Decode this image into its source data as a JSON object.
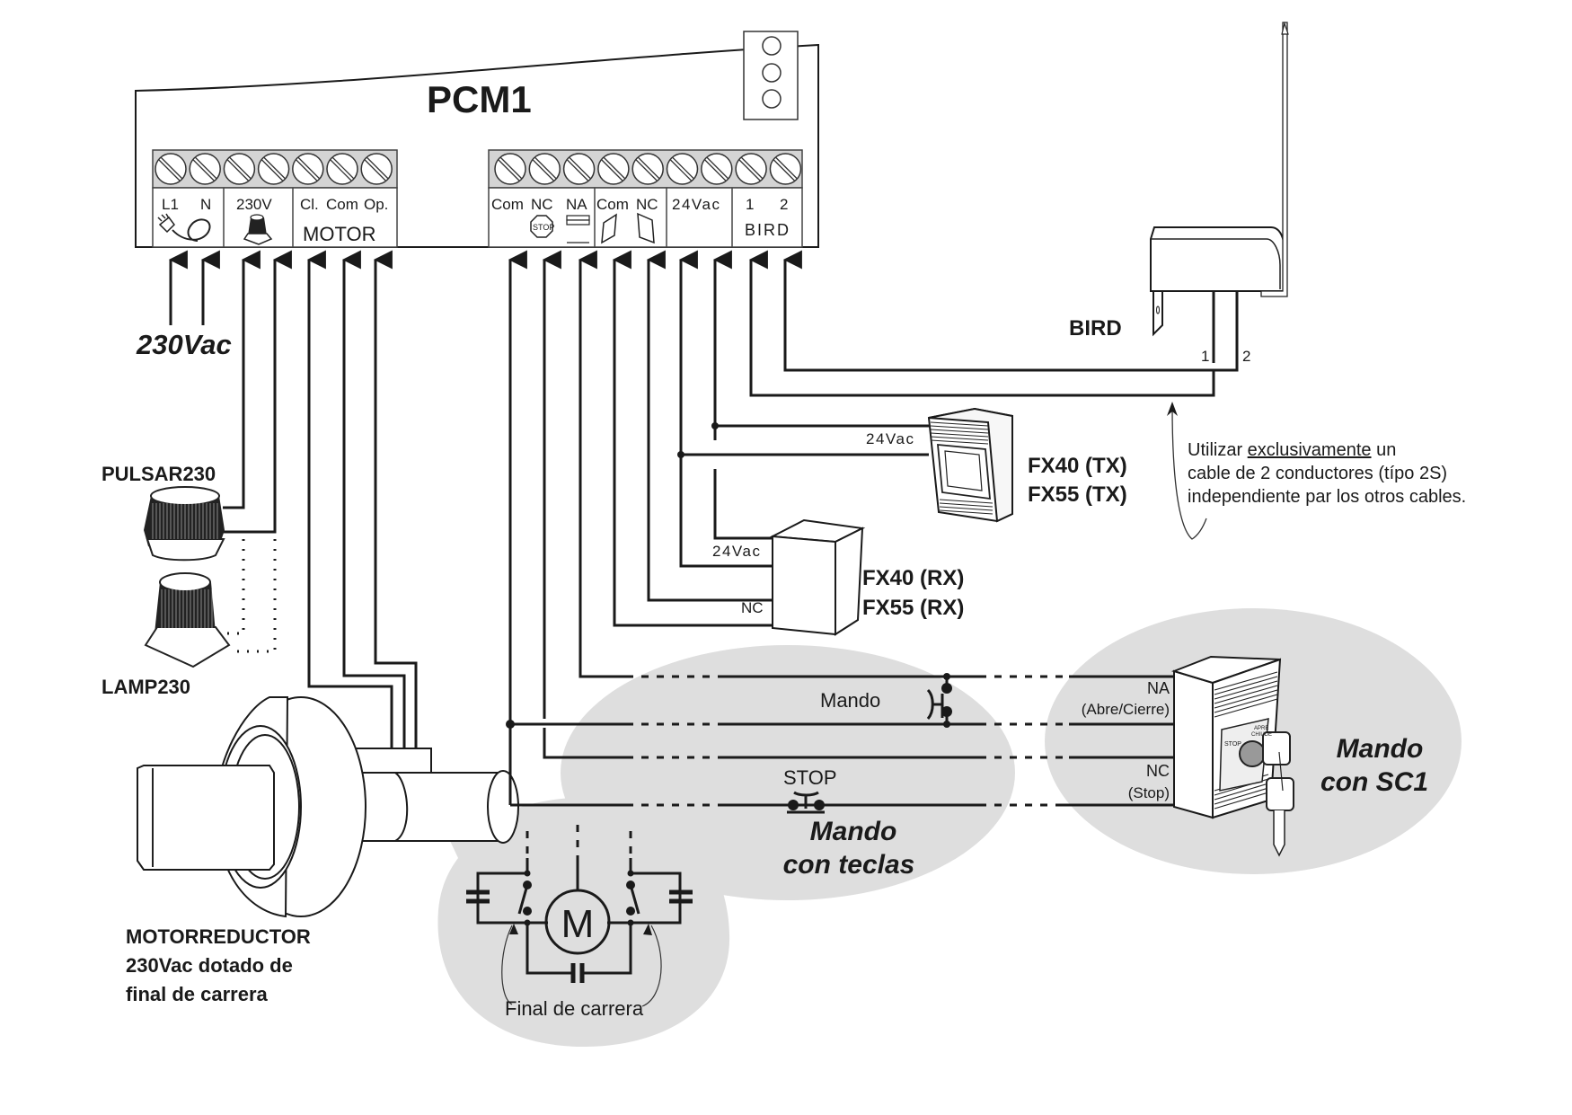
{
  "controller": {
    "title": "PCM1",
    "left_block": {
      "terminals": [
        "L1",
        "N",
        "230V",
        "Cl.",
        "Com",
        "Op."
      ],
      "section_label": "MOTOR"
    },
    "right_block": {
      "terminals": [
        "Com",
        "NC",
        "NA",
        "Com",
        "NC",
        "24Vac",
        "1",
        "2"
      ],
      "stop_icon_label": "STOP",
      "section_label": "BIRD"
    }
  },
  "power": {
    "label": "230Vac"
  },
  "pulsar": {
    "label": "PULSAR230"
  },
  "lamp": {
    "label": "LAMP230"
  },
  "motor": {
    "label_line1": "MOTORREDUCTOR",
    "label_line2": "230Vac dotado de",
    "label_line3": "final de carrera",
    "motor_symbol": "M",
    "limit_switch_label": "Final de carrera"
  },
  "bird": {
    "label": "BIRD",
    "pin1": "1",
    "pin2": "2",
    "note_prefix": "Utilizar ",
    "note_emphasis": "exclusivamente",
    "note_suffix": " un",
    "note_line2": "cable de 2 conductores (típo 2S)",
    "note_line3": "independiente par los otros cables."
  },
  "photocell_tx": {
    "label_line1": "FX40 (TX)",
    "label_line2": "FX55 (TX)",
    "power_label": "24Vac"
  },
  "photocell_rx": {
    "label_line1": "FX40 (RX)",
    "label_line2": "FX55 (RX)",
    "power_label": "24Vac",
    "contact_label": "NC"
  },
  "keypad": {
    "mando_label": "Mando",
    "stop_label": "STOP",
    "title_line1": "Mando",
    "title_line2": "con teclas"
  },
  "key_switch": {
    "na_label": "NA",
    "na_sub": "(Abre/Cierre)",
    "nc_label": "NC",
    "nc_sub": "(Stop)",
    "face_stop": "STOP",
    "face_open": "APRE",
    "face_close": "CHIUDE",
    "title_line1": "Mando",
    "title_line2": "con SC1"
  },
  "colors": {
    "line": "#1a1a1a",
    "bubble": "#dedede",
    "terminal_strip": "#d4d4d4"
  }
}
